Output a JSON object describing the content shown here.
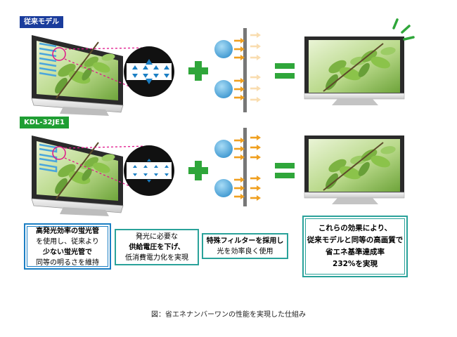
{
  "rows": [
    {
      "label": "従来モデル",
      "label_color": "#1a3c9c",
      "variant": "conventional"
    },
    {
      "label": "KDL-32JE1",
      "label_color": "#1f9e33",
      "variant": "new"
    }
  ],
  "legends": {
    "tube": [
      "高発光効率の蛍光管",
      "を使用し、従来より",
      "少ない蛍光管で",
      "同等の明るさを維持"
    ],
    "voltage": [
      "発光に必要な",
      "供給電圧を下げ、",
      "低消費電力化を実現"
    ],
    "filter": [
      "特殊フィルターを採用し",
      "光を効率良く使用"
    ],
    "result": [
      "これらの効果により、",
      "従来モデルと同等の高画質で",
      "省エネ基準達成率",
      "232%を実現"
    ]
  },
  "caption": "図：省エネナンバーワンの性能を実現した仕組み",
  "colors": {
    "plus": "#2fa63a",
    "equals": "#2fa63a",
    "arrow": "#f0a020",
    "lamp": "#4aa6dc",
    "frame_dark": "#1b7fc4",
    "frame_teal": "#2aa29a",
    "dash": "#e0158a"
  }
}
